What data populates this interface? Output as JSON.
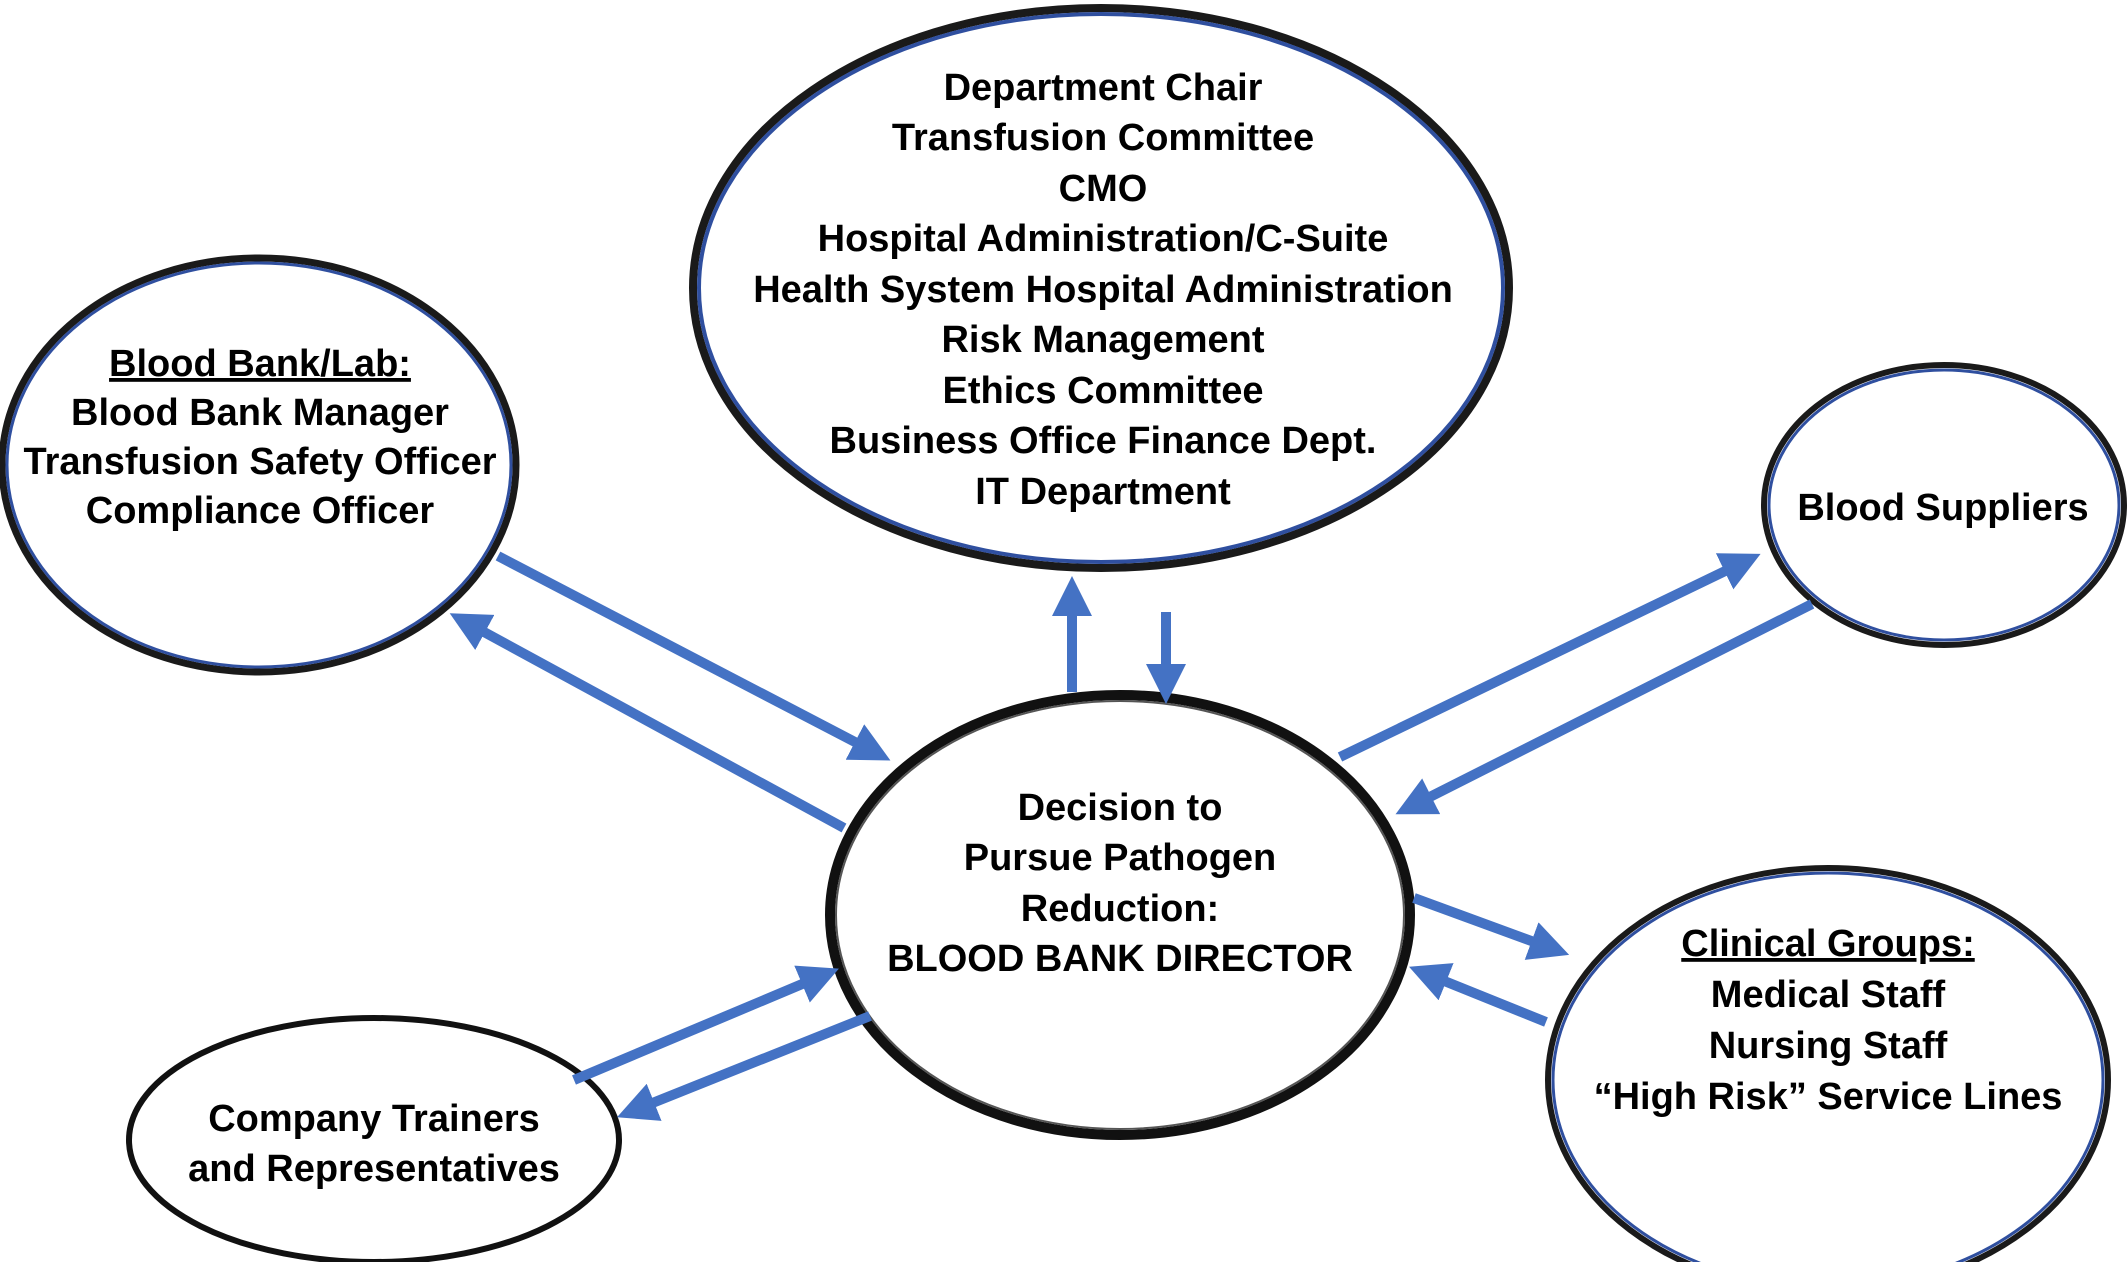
{
  "colors": {
    "arrow": "#4472C4",
    "ellipse_border_dark": "#1a1a1a",
    "ellipse_border_blue": "#2F4F9F",
    "background": "#FFFFFF"
  },
  "center": {
    "lines": [
      "Decision to",
      "Pursue Pathogen",
      "Reduction:",
      "BLOOD BANK DIRECTOR"
    ]
  },
  "top": {
    "lines": [
      "Department Chair",
      "Transfusion Committee",
      "CMO",
      "Hospital Administration/C-Suite",
      "Health System Hospital Administration",
      "Risk Management",
      "Ethics Committee",
      "Business Office Finance Dept.",
      "IT Department"
    ]
  },
  "blood_bank": {
    "heading": "Blood Bank/Lab:",
    "lines": [
      "Blood Bank Manager",
      "Transfusion Safety Officer",
      "Compliance Officer"
    ]
  },
  "blood_suppliers": {
    "label": "Blood Suppliers"
  },
  "clinical": {
    "heading": "Clinical Groups:",
    "lines": [
      "Medical Staff",
      "Nursing Staff",
      "“High Risk” Service Lines"
    ]
  },
  "company": {
    "lines": [
      "Company Trainers",
      "and Representatives"
    ]
  }
}
